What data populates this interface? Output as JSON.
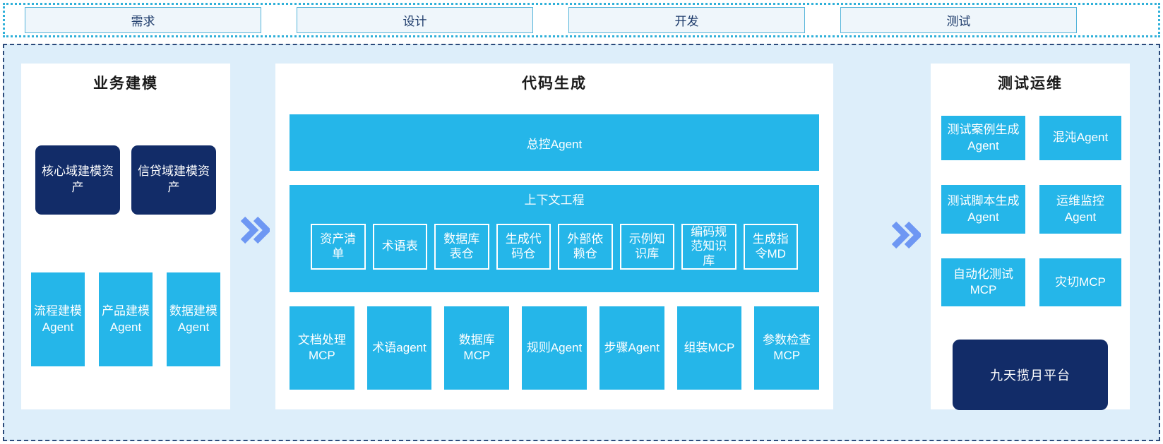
{
  "colors": {
    "cyan": "#25b6e9",
    "navy": "#122c68",
    "band_bg": "#ddeefa",
    "stage_fill": "#eff6fb",
    "stage_border": "#54b4da",
    "stage_text": "#1c3a6a",
    "dotted_border": "#2fb0d9",
    "dashed_border": "#2b4a7a",
    "chevron": "#6e97f3"
  },
  "stages": [
    {
      "label": "需求"
    },
    {
      "label": "设计"
    },
    {
      "label": "开发"
    },
    {
      "label": "测试"
    }
  ],
  "arrows": {
    "icon": "double-chevron-right"
  },
  "panels": {
    "business": {
      "title": "业务建模",
      "asset_boxes": [
        "核心域建模资产",
        "信贷域建模资产"
      ],
      "agent_boxes": [
        "流程建模Agent",
        "产品建模Agent",
        "数据建模Agent"
      ]
    },
    "codegen": {
      "title": "代码生成",
      "master_agent": "总控Agent",
      "context_engineering": {
        "title": "上下文工程",
        "items": [
          "资产清单",
          "术语表",
          "数据库表仓",
          "生成代码仓",
          "外部依赖仓",
          "示例知识库",
          "编码规范知识库",
          "生成指令MD"
        ]
      },
      "mcp_row": [
        "文档处理MCP",
        "术语agent",
        "数据库MCP",
        "规则Agent",
        "步骤Agent",
        "组装MCP",
        "参数检查MCP"
      ]
    },
    "testops": {
      "title": "测试运维",
      "grid": [
        "测试案例生成Agent",
        "混沌Agent",
        "测试脚本生成Agent",
        "运维监控Agent",
        "自动化测试MCP",
        "灾切MCP"
      ],
      "platform": "九天揽月平台"
    }
  }
}
